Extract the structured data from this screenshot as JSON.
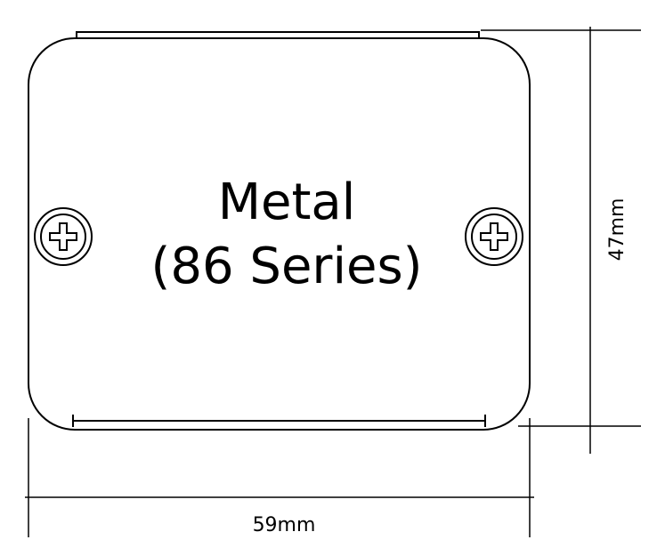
{
  "plate": {
    "title_line1": "Metal",
    "title_line2": "(86 Series)"
  },
  "dimensions": {
    "width_label": "59mm",
    "height_label": "47mm"
  },
  "icons": {
    "left_screw": "screw-head-icon",
    "right_screw": "screw-head-icon"
  },
  "colors": {
    "line": "#000000",
    "background": "#ffffff"
  }
}
